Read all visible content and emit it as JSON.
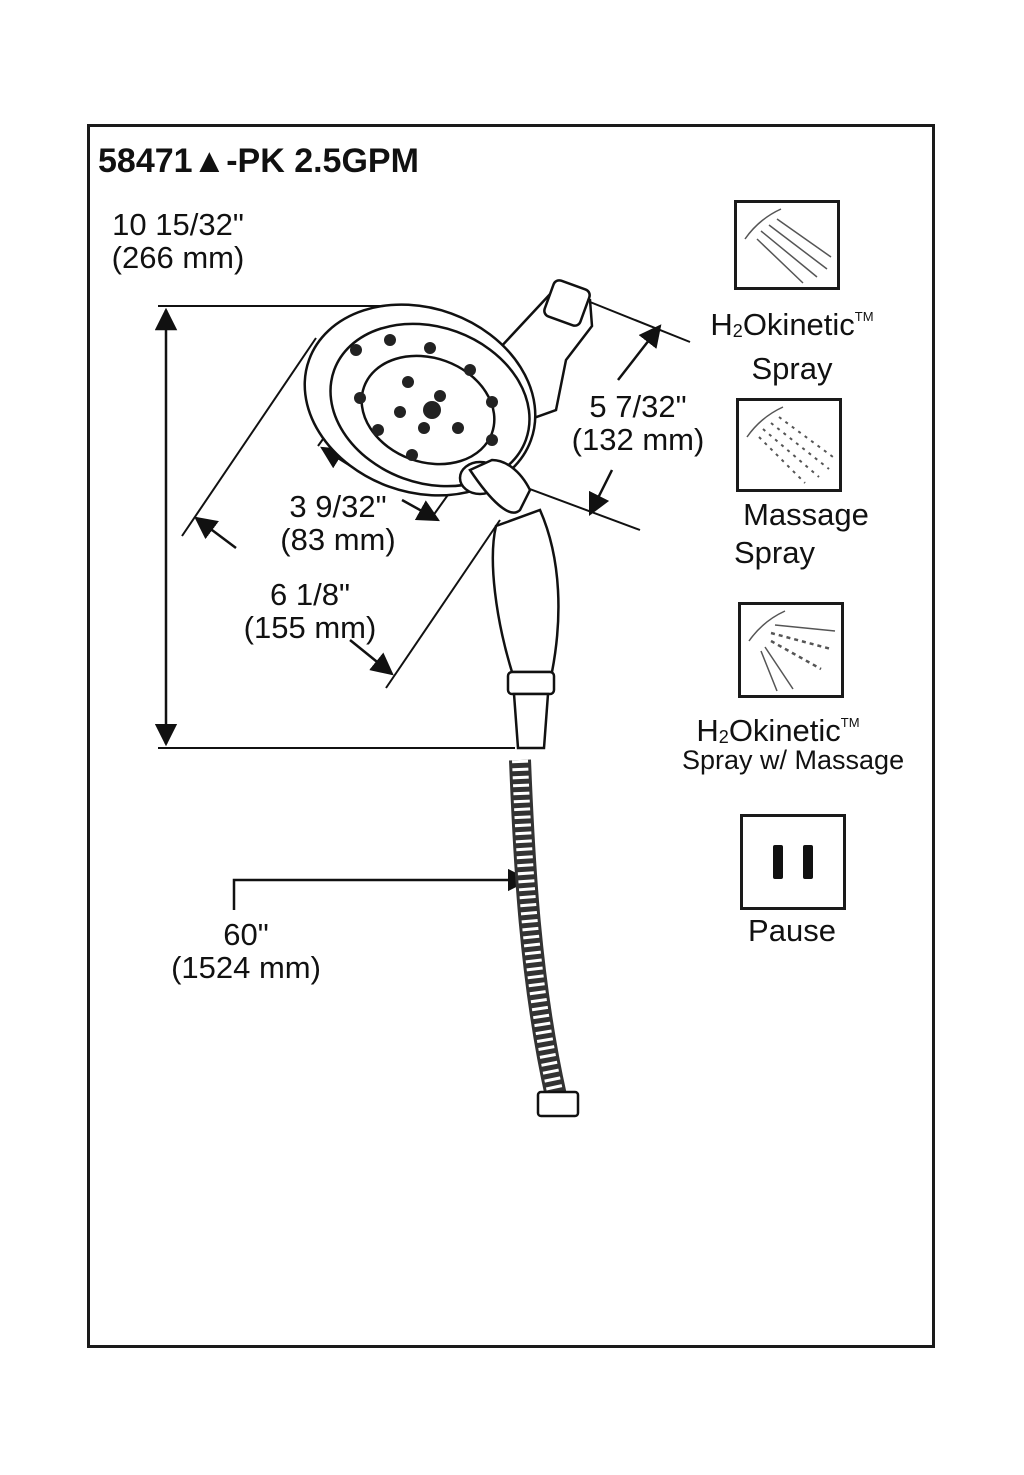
{
  "title": "58471▲-PK  2.5GPM",
  "dimensions": {
    "overall_height": {
      "imperial": "10 15/32\"",
      "metric": "(266 mm)"
    },
    "arm_length": {
      "imperial": "5 7/32\"",
      "metric": "(132 mm)"
    },
    "face_inner": {
      "imperial": "3 9/32\"",
      "metric": "(83 mm)"
    },
    "face_outer": {
      "imperial": "6 1/8\"",
      "metric": "(155 mm)"
    },
    "hose_length": {
      "imperial": "60\"",
      "metric": "(1524 mm)"
    }
  },
  "spray_modes": [
    {
      "name_part1": "H",
      "name_sub": "2",
      "name_part2": "Okinetic",
      "tm": "TM",
      "line2": "Spray",
      "icon": "h2okinetic-spray-icon"
    },
    {
      "name_line1": "Massage",
      "line2": "Spray",
      "icon": "massage-spray-icon"
    },
    {
      "name_part1": "H",
      "name_sub": "2",
      "name_part2": "Okinetic",
      "tm": "TM",
      "line2": "Spray w/ Massage",
      "icon": "h2okinetic-massage-icon"
    },
    {
      "name_line1": "Pause",
      "icon": "pause-icon"
    }
  ]
}
